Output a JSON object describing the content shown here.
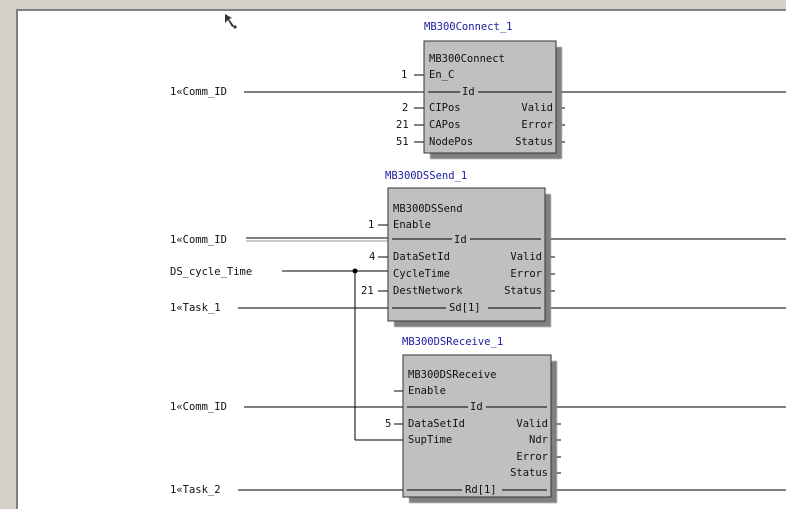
{
  "blocks": {
    "connect": {
      "instance_name": "MB300Connect_1",
      "type_name": "MB300Connect",
      "inputs": [
        {
          "value": "1",
          "pin": "En_C"
        },
        {
          "value": "",
          "pin": "Id"
        },
        {
          "value": "2",
          "pin": "CIPos"
        },
        {
          "value": "21",
          "pin": "CAPos"
        },
        {
          "value": "51",
          "pin": "NodePos"
        }
      ],
      "outputs": [
        "Valid",
        "Error",
        "Status"
      ]
    },
    "send": {
      "instance_name": "MB300DSSend_1",
      "type_name": "MB300DSSend",
      "inputs": [
        {
          "value": "1",
          "pin": "Enable"
        },
        {
          "value": "",
          "pin": "Id"
        },
        {
          "value": "4",
          "pin": "DataSetId"
        },
        {
          "value": "",
          "pin": "CycleTime"
        },
        {
          "value": "21",
          "pin": "DestNetwork"
        },
        {
          "value": "",
          "pin": "Sd[1]"
        }
      ],
      "outputs": [
        "Valid",
        "Error",
        "Status"
      ]
    },
    "receive": {
      "instance_name": "MB300DSReceive_1",
      "type_name": "MB300DSReceive",
      "inputs": [
        {
          "value": "",
          "pin": "Enable"
        },
        {
          "value": "",
          "pin": "Id"
        },
        {
          "value": "5",
          "pin": "DataSetId"
        },
        {
          "value": "",
          "pin": "SupTime"
        },
        {
          "value": "",
          "pin": "Rd[1]"
        }
      ],
      "outputs": [
        "Valid",
        "Ndr",
        "Error",
        "Status"
      ]
    }
  },
  "signals": {
    "comm_id_1": "1«Comm_ID",
    "comm_id_2": "1«Comm_ID",
    "ds_cycle_time": "DS_cycle_Time",
    "task_1": "1«Task_1",
    "comm_id_3": "1«Comm_ID",
    "task_2": "1«Task_2"
  },
  "icons": {
    "cursor": "pin-cursor-icon"
  },
  "colors": {
    "block_fill": "#c0c0c0",
    "instance_name": "#1a1aa0",
    "wire": "#000000"
  }
}
